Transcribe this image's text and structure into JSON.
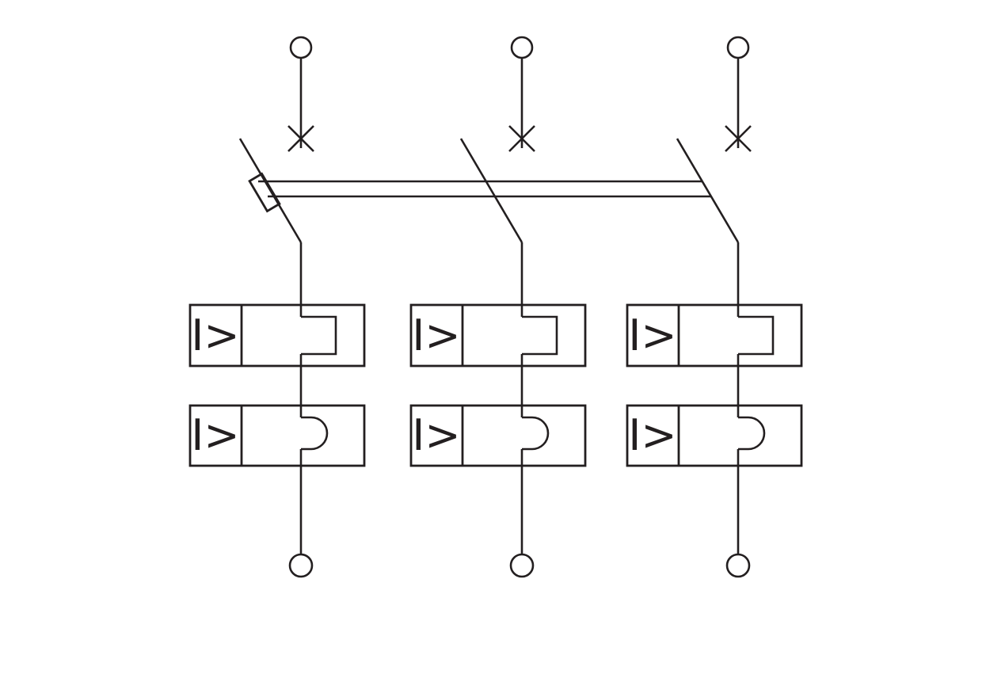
{
  "diagram": {
    "stroke_color": "#231f20",
    "background_color": "#ffffff",
    "pole_count": 3,
    "poles": [
      {
        "upper_release_label": "I>",
        "lower_release_label": "I>"
      },
      {
        "upper_release_label": "I>",
        "lower_release_label": "I>"
      },
      {
        "upper_release_label": "I>",
        "lower_release_label": "I>"
      }
    ]
  }
}
